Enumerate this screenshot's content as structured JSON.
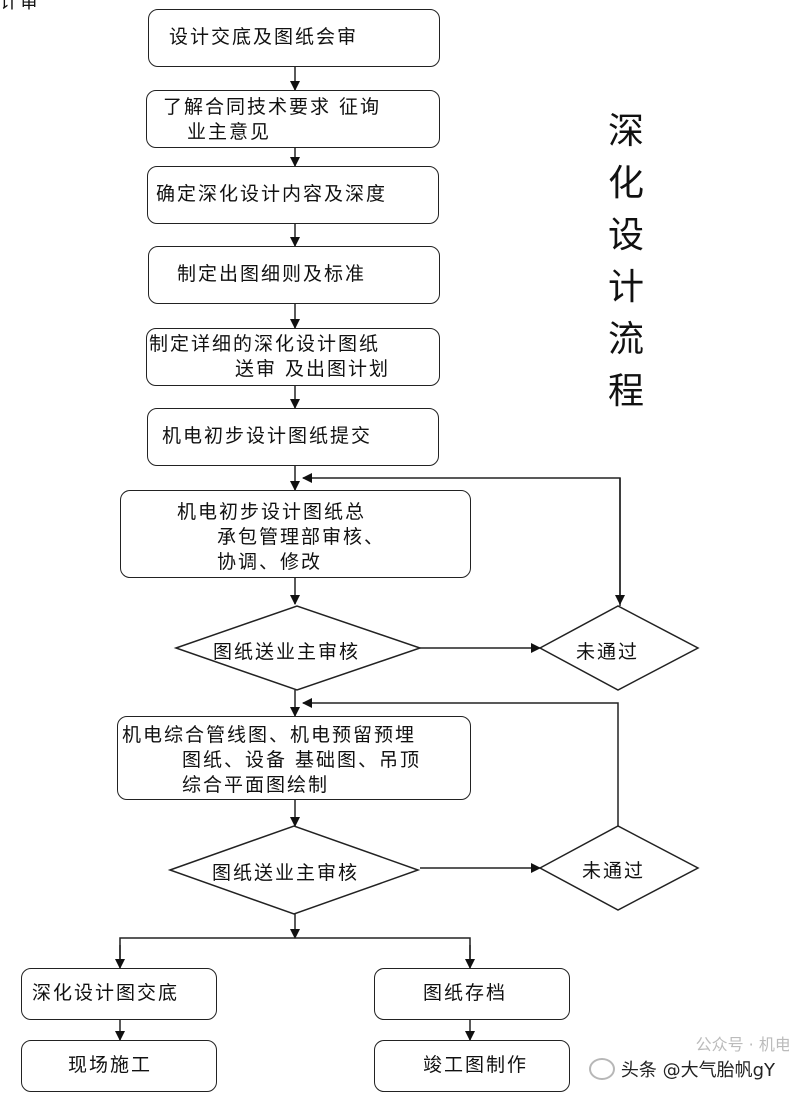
{
  "title": [
    "深",
    "化",
    "设",
    "计",
    "流",
    "程"
  ],
  "top_fragment": "计审",
  "boxes": {
    "b1": [
      "设计交底及图纸会审"
    ],
    "b2": [
      "了解合同技术要求  征询",
      "  业主意见"
    ],
    "b3": [
      "确定深化设计内容及深度"
    ],
    "b4": [
      "制定出图细则及标准"
    ],
    "b5": [
      "制定详细的深化设计图纸",
      "        送审  及出图计划"
    ],
    "b6": [
      "机电初步设计图纸提交"
    ],
    "b7": [
      "机电初步设计图纸总",
      "     承包管理部审核、",
      "     协调、修改"
    ],
    "b8": [
      "机电综合管线图、机电预留预埋",
      "      图纸、设备  基础图、吊顶",
      "      综合平面图绘制"
    ],
    "b9": [
      "深化设计图交底"
    ],
    "b10": [
      "现场施工"
    ],
    "b11": [
      "图纸存档"
    ],
    "b12": [
      "竣工图制作"
    ]
  },
  "decisions": {
    "d1": "图纸送业主审核",
    "d2": "图纸送业主审核",
    "r1": "未通过",
    "r2": "未通过"
  },
  "watermark": {
    "main": "头条 @大气胎帆gY",
    "faint": "公众号 · 机电人脉"
  }
}
